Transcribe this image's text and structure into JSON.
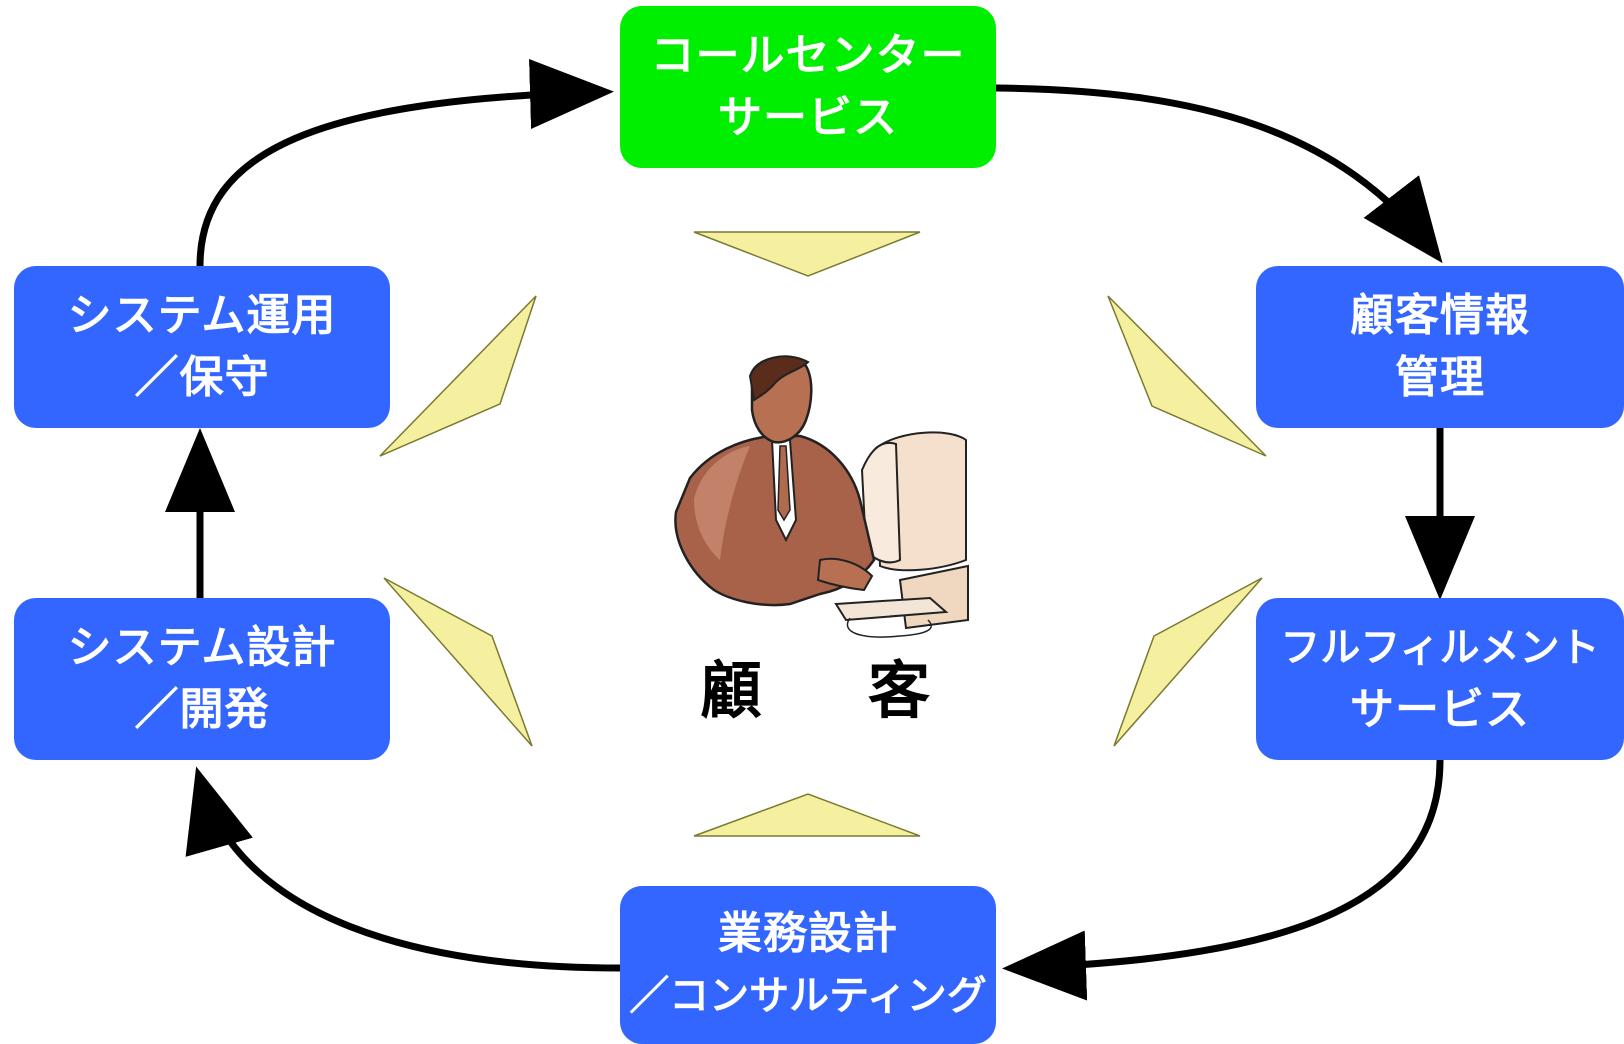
{
  "nodes": {
    "call_center": {
      "line1": "コールセンター",
      "line2": "サービス",
      "color": "#00ee00"
    },
    "customer_info": {
      "line1": "顧客情報",
      "line2": "管理",
      "color": "#3366ff"
    },
    "fulfillment": {
      "line1": "フルフィルメント",
      "line2": "サービス",
      "color": "#3366ff"
    },
    "business_design": {
      "line1": "業務設計",
      "line2": "／コンサルティング",
      "color": "#3366ff"
    },
    "system_design": {
      "line1": "システム設計",
      "line2": "／開発",
      "color": "#3366ff"
    },
    "system_ops": {
      "line1": "システム運用",
      "line2": "／保守",
      "color": "#3366ff"
    }
  },
  "center": {
    "char1": "顧",
    "char2": "客",
    "icon": "person-at-computer-icon"
  },
  "colors": {
    "arrow": "#000000",
    "pointer": "#f5f0a0",
    "pointer_stroke": "#7a7a30",
    "text": "#ffffff"
  }
}
